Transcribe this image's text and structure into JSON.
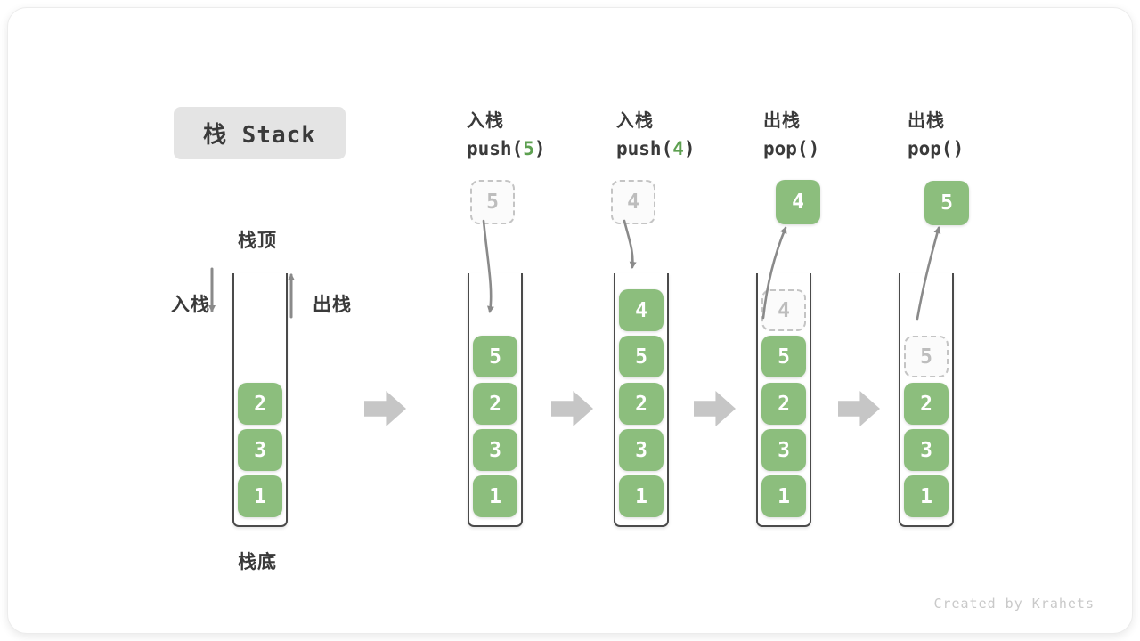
{
  "title": "栈 Stack",
  "watermark": "Created by Krahets",
  "labels": {
    "stack_top": "栈顶",
    "stack_bottom": "栈底",
    "push": "入栈",
    "pop": "出栈"
  },
  "operations": [
    {
      "label": "入栈",
      "code_fn": "push(",
      "code_arg": "5",
      "code_close": ")"
    },
    {
      "label": "入栈",
      "code_fn": "push(",
      "code_arg": "4",
      "code_close": ")"
    },
    {
      "label": "出栈",
      "code_fn": "pop(",
      "code_arg": "",
      "code_close": ")"
    },
    {
      "label": "出栈",
      "code_fn": "pop(",
      "code_arg": "",
      "code_close": ")"
    }
  ],
  "floating_cells": [
    {
      "value": "5",
      "style": "ghost"
    },
    {
      "value": "4",
      "style": "ghost"
    },
    {
      "value": "4",
      "style": "solid"
    },
    {
      "value": "5",
      "style": "solid"
    }
  ],
  "stacks": [
    {
      "cells": [
        {
          "value": "2",
          "style": "solid"
        },
        {
          "value": "3",
          "style": "solid"
        },
        {
          "value": "1",
          "style": "solid"
        }
      ]
    },
    {
      "cells": [
        {
          "value": "5",
          "style": "solid"
        },
        {
          "value": "2",
          "style": "solid"
        },
        {
          "value": "3",
          "style": "solid"
        },
        {
          "value": "1",
          "style": "solid"
        }
      ]
    },
    {
      "cells": [
        {
          "value": "4",
          "style": "solid"
        },
        {
          "value": "5",
          "style": "solid"
        },
        {
          "value": "2",
          "style": "solid"
        },
        {
          "value": "3",
          "style": "solid"
        },
        {
          "value": "1",
          "style": "solid"
        }
      ]
    },
    {
      "cells": [
        {
          "value": "4",
          "style": "ghost"
        },
        {
          "value": "5",
          "style": "solid"
        },
        {
          "value": "2",
          "style": "solid"
        },
        {
          "value": "3",
          "style": "solid"
        },
        {
          "value": "1",
          "style": "solid"
        }
      ]
    },
    {
      "cells": [
        {
          "value": "5",
          "style": "ghost"
        },
        {
          "value": "2",
          "style": "solid"
        },
        {
          "value": "3",
          "style": "solid"
        },
        {
          "value": "1",
          "style": "solid"
        }
      ]
    }
  ],
  "colors": {
    "green": "#8CBE7D",
    "green_code_text": "#5DA050",
    "curve_arrow_gray": "#8A8A8A",
    "block_arrow_gray": "#C6C6C6",
    "ghost_border": "#C4C4C4",
    "ghost_text": "#BDBDBD",
    "label_dark": "#3A3A3A",
    "title_box_bg": "#E4E4E4"
  }
}
